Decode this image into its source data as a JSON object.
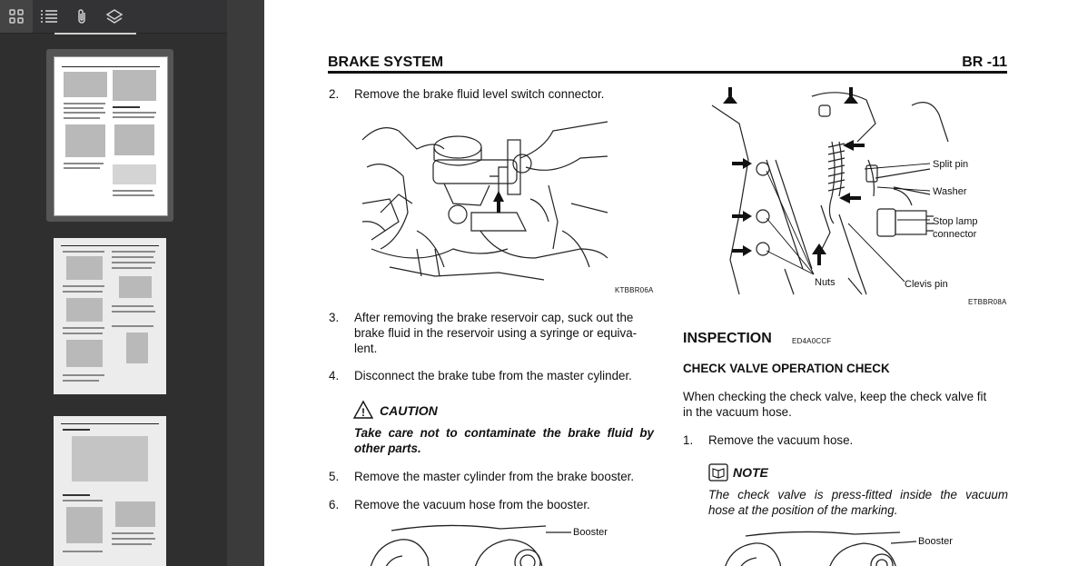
{
  "toolbar": {
    "buttons": [
      {
        "name": "thumbnails",
        "icon": "grid-icon"
      },
      {
        "name": "outline",
        "icon": "list-icon"
      },
      {
        "name": "attachments",
        "icon": "paperclip-icon"
      },
      {
        "name": "layers",
        "icon": "layers-icon"
      }
    ]
  },
  "page": {
    "section_title": "BRAKE SYSTEM",
    "page_number": "BR -11",
    "steps_left": [
      {
        "num": "2.",
        "text": "Remove the brake fluid level switch connector."
      },
      {
        "num": "3.",
        "text_lines": [
          "After removing the brake reservoir cap, suck out the",
          "brake fluid in the reservoir using a syringe or equiva-",
          "lent."
        ]
      },
      {
        "num": "4.",
        "text": "Disconnect the brake tube from the master cylinder."
      },
      {
        "num": "5.",
        "text": "Remove the master cylinder from the brake booster."
      },
      {
        "num": "6.",
        "text": "Remove the vacuum hose from the booster."
      }
    ],
    "fig1_code": "KTBBR06A",
    "caution": {
      "title": "CAUTION",
      "lines": [
        "Take care not to contaminate the brake fluid by",
        "other parts."
      ]
    },
    "fig_bottom_left_label": "Booster",
    "fig2_labels": {
      "split_pin": "Split pin",
      "washer": "Washer",
      "stop_lamp_1": "Stop lamp",
      "stop_lamp_2": "connector",
      "nuts": "Nuts",
      "clevis_pin": "Clevis pin"
    },
    "fig2_code": "ETBBR08A",
    "inspection": {
      "title": "INSPECTION",
      "code": "ED4A0CCF",
      "subtitle": "CHECK VALVE OPERATION CHECK",
      "para_lines": [
        "When checking the check valve, keep the check valve fit",
        "in the vacuum hose."
      ],
      "step1_num": "1.",
      "step1_text": "Remove the vacuum hose."
    },
    "note": {
      "title": "NOTE",
      "lines": [
        "The check valve is press-fitted inside the vacuum",
        "hose at the position of the marking."
      ]
    },
    "fig_bottom_right_label": "Booster"
  }
}
